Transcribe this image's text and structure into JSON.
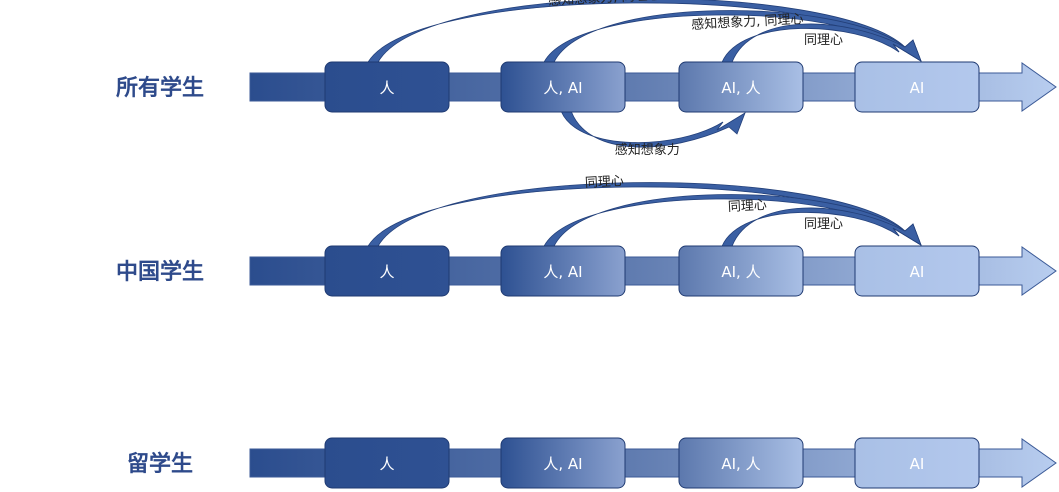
{
  "rows": [
    {
      "label": "所有学生",
      "stages": [
        "人",
        "人, AI",
        "AI, 人",
        "AI"
      ],
      "arcs_above": [
        {
          "from": 0,
          "to": 3,
          "label": "感知想象力, 同理心"
        },
        {
          "from": 1,
          "to": 3,
          "label": "感知想象力, 同理心"
        },
        {
          "from": 2,
          "to": 3,
          "label": "同理心"
        }
      ],
      "arcs_below": [
        {
          "from": 1,
          "to": 2,
          "label": "感知想象力"
        }
      ]
    },
    {
      "label": "中国学生",
      "stages": [
        "人",
        "人, AI",
        "AI, 人",
        "AI"
      ],
      "arcs_above": [
        {
          "from": 0,
          "to": 3,
          "label": "同理心"
        },
        {
          "from": 1,
          "to": 3,
          "label": "同理心"
        },
        {
          "from": 2,
          "to": 3,
          "label": "同理心"
        }
      ],
      "arcs_below": []
    },
    {
      "label": "留学生",
      "stages": [
        "人",
        "人, AI",
        "AI, 人",
        "AI"
      ],
      "arcs_above": [],
      "arcs_below": []
    }
  ],
  "colors": {
    "dark": "#2b4d8e",
    "mid": "#5c78ad",
    "light": "#a9c0e6",
    "lighter": "#b8cdef",
    "text": "#2e4a8b"
  }
}
